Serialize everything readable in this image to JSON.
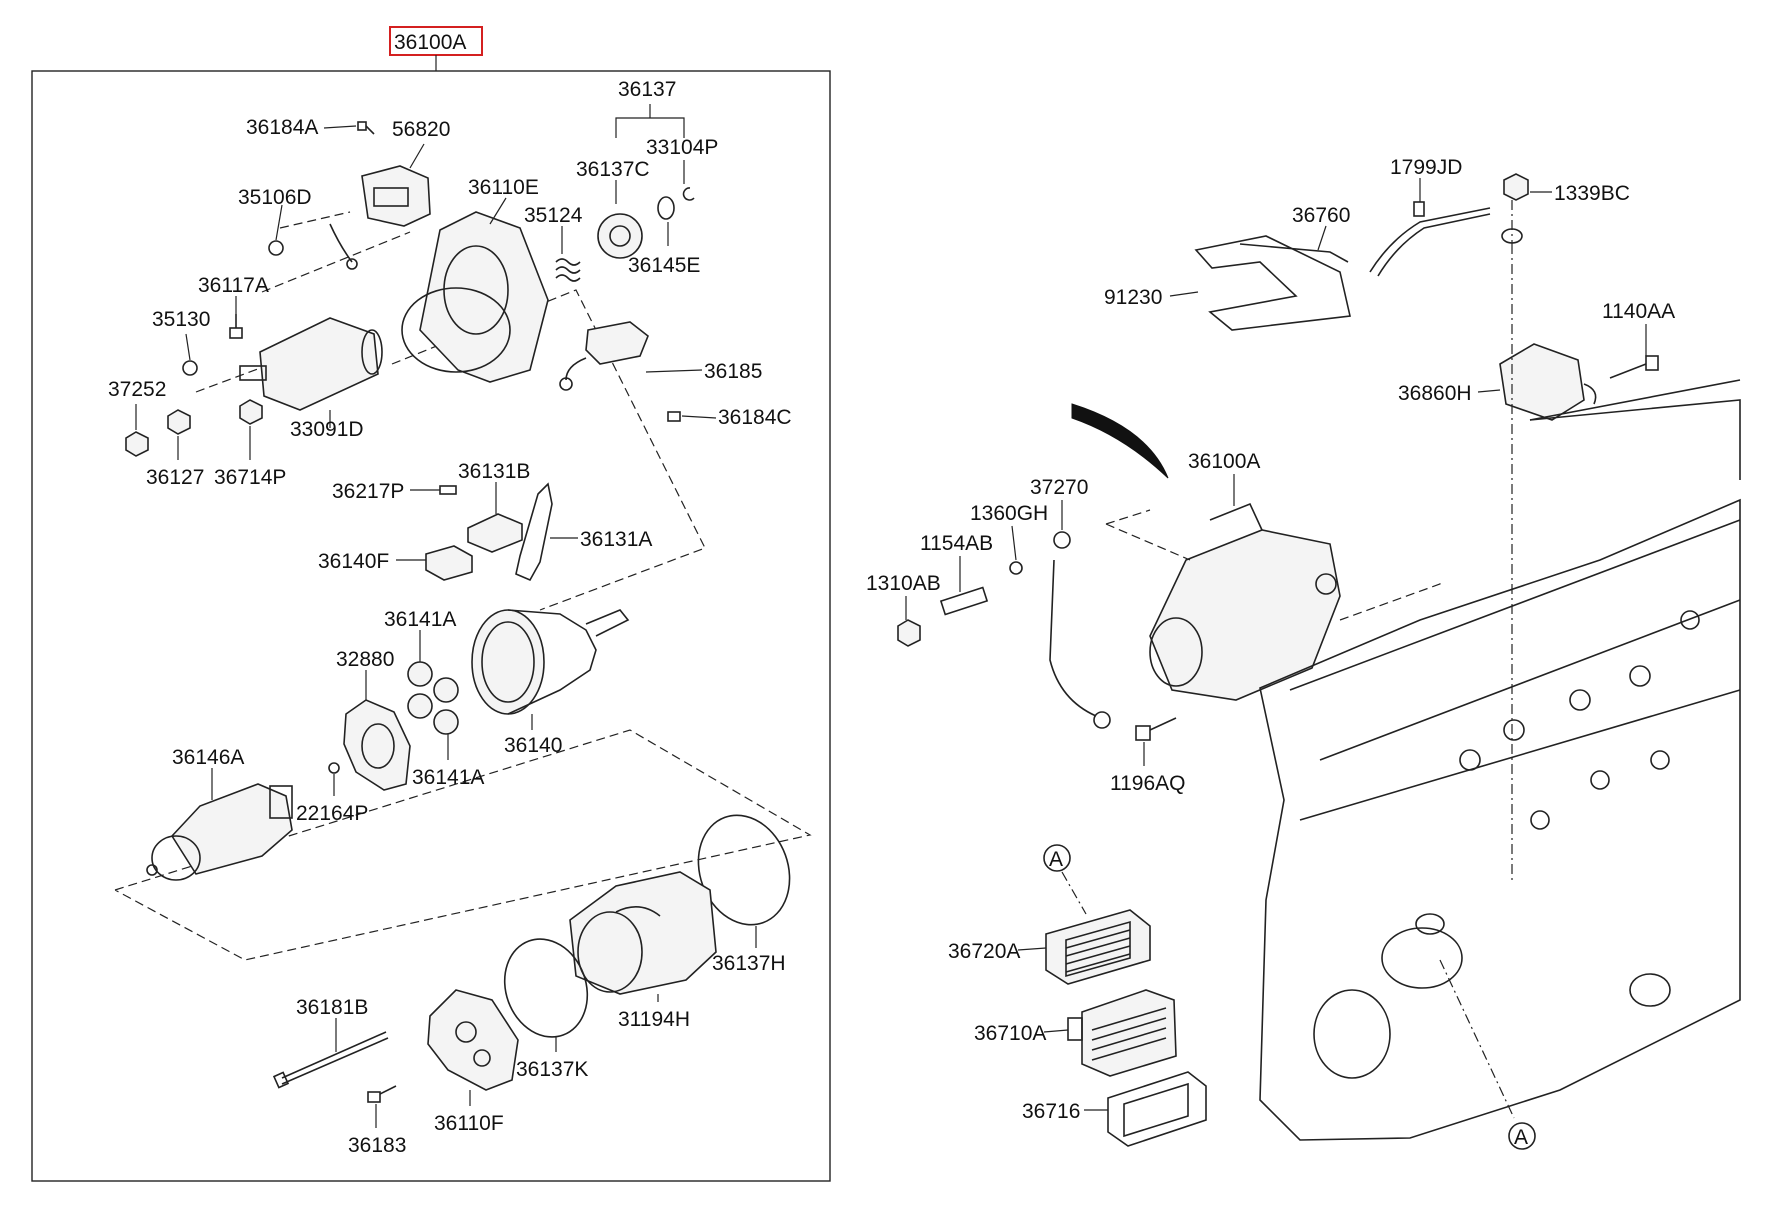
{
  "diagram": {
    "assembly_label": "36100A",
    "callout_letter": "A",
    "labels": {
      "l36137": "36137",
      "l36184A": "36184A",
      "l56820": "56820",
      "l33104P": "33104P",
      "l36137C": "36137C",
      "l35106D": "35106D",
      "l36110E": "36110E",
      "l35124": "35124",
      "l36145E": "36145E",
      "l36117A": "36117A",
      "l35130": "35130",
      "l36185": "36185",
      "l37252": "37252",
      "l33091D": "33091D",
      "l36184C": "36184C",
      "l36127": "36127",
      "l36714P": "36714P",
      "l36131B": "36131B",
      "l36217P": "36217P",
      "l36131A": "36131A",
      "l36140F": "36140F",
      "l36141A_top": "36141A",
      "l32880": "32880",
      "l36140": "36140",
      "l36146A": "36146A",
      "l36141A_bot": "36141A",
      "l22164P": "22164P",
      "l36137H": "36137H",
      "l36181B": "36181B",
      "l31194H": "31194H",
      "l36137K": "36137K",
      "l36110F": "36110F",
      "l36183": "36183",
      "l1799JD": "1799JD",
      "l1339BC": "1339BC",
      "l36760": "36760",
      "l91230": "91230",
      "l1140AA": "1140AA",
      "l36860H": "36860H",
      "l36100A_right": "36100A",
      "l37270": "37270",
      "l1360GH": "1360GH",
      "l1154AB": "1154AB",
      "l1310AB": "1310AB",
      "l1196AQ": "1196AQ",
      "l36720A": "36720A",
      "l36710A": "36710A",
      "l36716": "36716"
    }
  }
}
